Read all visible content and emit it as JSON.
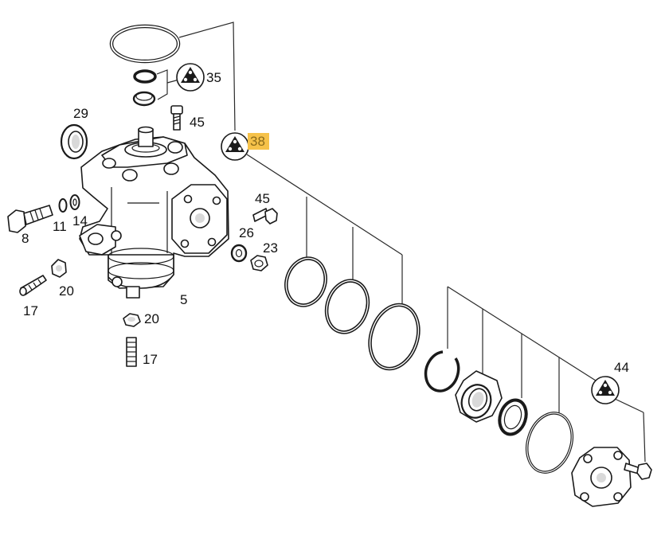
{
  "colors": {
    "highlight": "#f6c24a",
    "line": "#1a1a1a",
    "background": "#ffffff"
  },
  "callouts": {
    "c35": "35",
    "c45_top": "45",
    "c38": "38",
    "c29": "29",
    "c45_mid": "45",
    "c26": "26",
    "c23": "23",
    "c8": "8",
    "c11": "11",
    "c14": "14",
    "c20_left": "20",
    "c17_left": "17",
    "c5": "5",
    "c20_bottom": "20",
    "c17_bottom": "17",
    "c44": "44"
  },
  "highlighted_callout": "38"
}
